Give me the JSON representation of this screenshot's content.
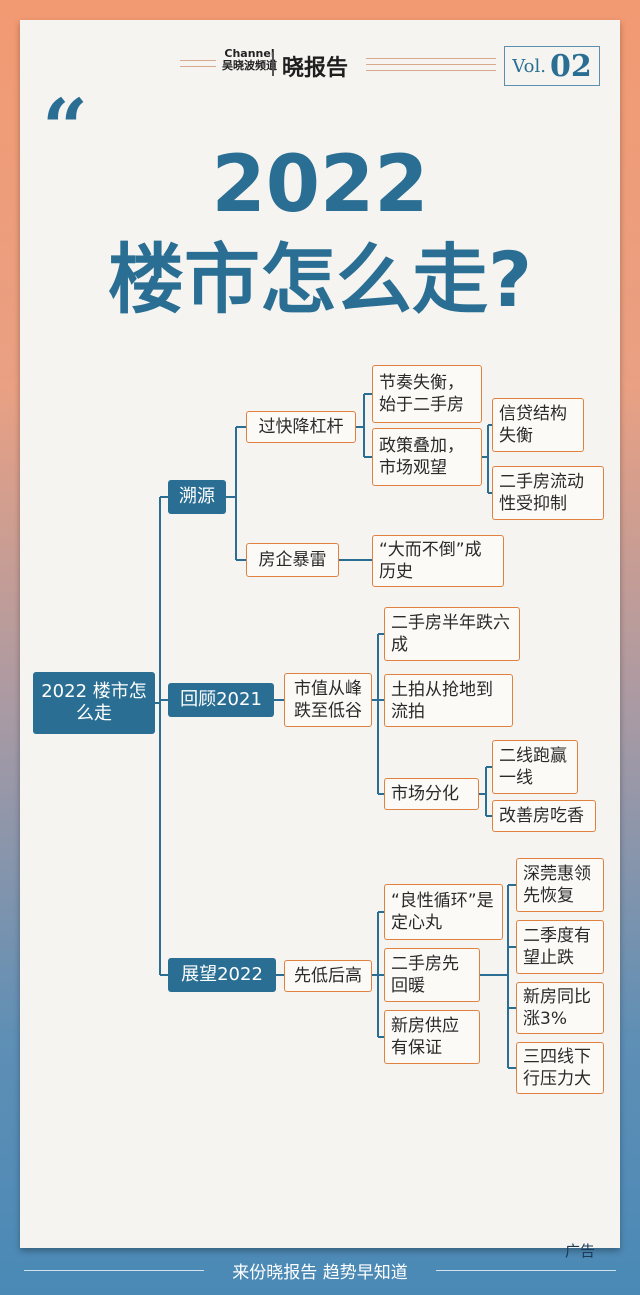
{
  "header": {
    "logo_text": "吴晓波频道",
    "report_label": "晓报告",
    "vol_prefix": "Vol.",
    "vol_number": "02"
  },
  "title": {
    "quote_mark": "“",
    "year": "2022",
    "question": "楼市怎么走?"
  },
  "mindmap": {
    "root": "2022 楼市怎么走",
    "branches": [
      {
        "label": "溯源",
        "children": [
          {
            "label": "过快降杠杆",
            "children": [
              {
                "label": "节奏失衡，始于二手房"
              },
              {
                "label": "政策叠加，市场观望",
                "children": [
                  {
                    "label": "信贷结构失衡"
                  },
                  {
                    "label": "二手房流动性受抑制"
                  }
                ]
              }
            ]
          },
          {
            "label": "房企暴雷",
            "children": [
              {
                "label": "“大而不倒”成历史"
              }
            ]
          }
        ]
      },
      {
        "label": "回顾2021",
        "children": [
          {
            "label": "市值从峰跌至低谷",
            "children": [
              {
                "label": "二手房半年跌六成"
              },
              {
                "label": "土拍从抢地到流拍"
              },
              {
                "label": "市场分化",
                "children": [
                  {
                    "label": "二线跑赢一线"
                  },
                  {
                    "label": "改善房吃香"
                  }
                ]
              }
            ]
          }
        ]
      },
      {
        "label": "展望2022",
        "children": [
          {
            "label": "先低后高",
            "children": [
              {
                "label": "“良性循环”是定心丸"
              },
              {
                "label": "二手房先回暖",
                "children": [
                  {
                    "label": "深莞惠领先恢复"
                  },
                  {
                    "label": "二季度有望止跌"
                  },
                  {
                    "label": "新房同比涨3%"
                  },
                  {
                    "label": "三四线下行压力大"
                  }
                ]
              },
              {
                "label": "新房供应有保证"
              }
            ]
          }
        ]
      }
    ]
  },
  "footer": {
    "slogan": "来份晓报告 趋势早知道",
    "ad_label": "广告"
  },
  "colors": {
    "primary": "#2a6f93",
    "accent": "#e0813f"
  }
}
